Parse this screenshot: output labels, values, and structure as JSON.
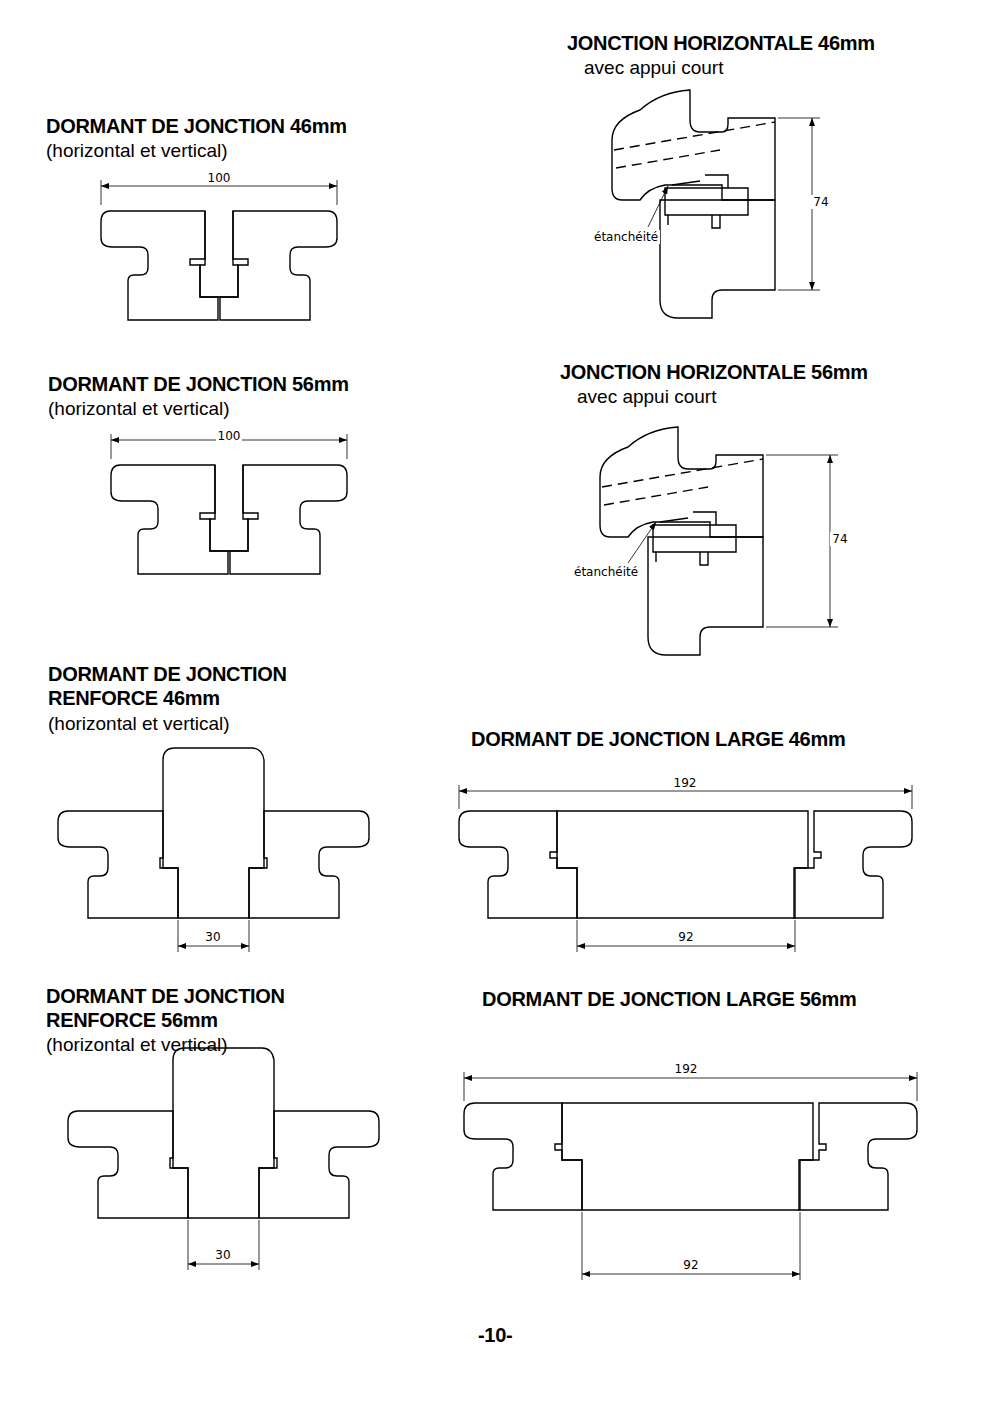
{
  "diagram": {
    "labels": [
      "JONCTION HORIZONTALE 46mm",
      "avec appui court",
      "DORMANT DE JONCTION 46mm",
      "(horizontal et vertical)",
      "100",
      "74",
      "étanchéité",
      "JONCTION HORIZONTALE 56mm",
      "DORMANT DE JONCTION 56mm",
      "(horizontal et vertical)",
      "avec appui court",
      "100",
      "étanchéité",
      "74",
      "DORMANT DE JONCTION RENFORCE 46mm",
      "(horizontal et vertical)",
      "DORMANT DE JONCTION LARGE 46mm",
      "192",
      "30",
      "92",
      "DORMANT DE JONCTION RENFORCE 56mm",
      "(horizontal et vertical)",
      "DORMANT DE JONCTION LARGE 56mm",
      "192",
      "30",
      "92",
      "-10-"
    ]
  }
}
